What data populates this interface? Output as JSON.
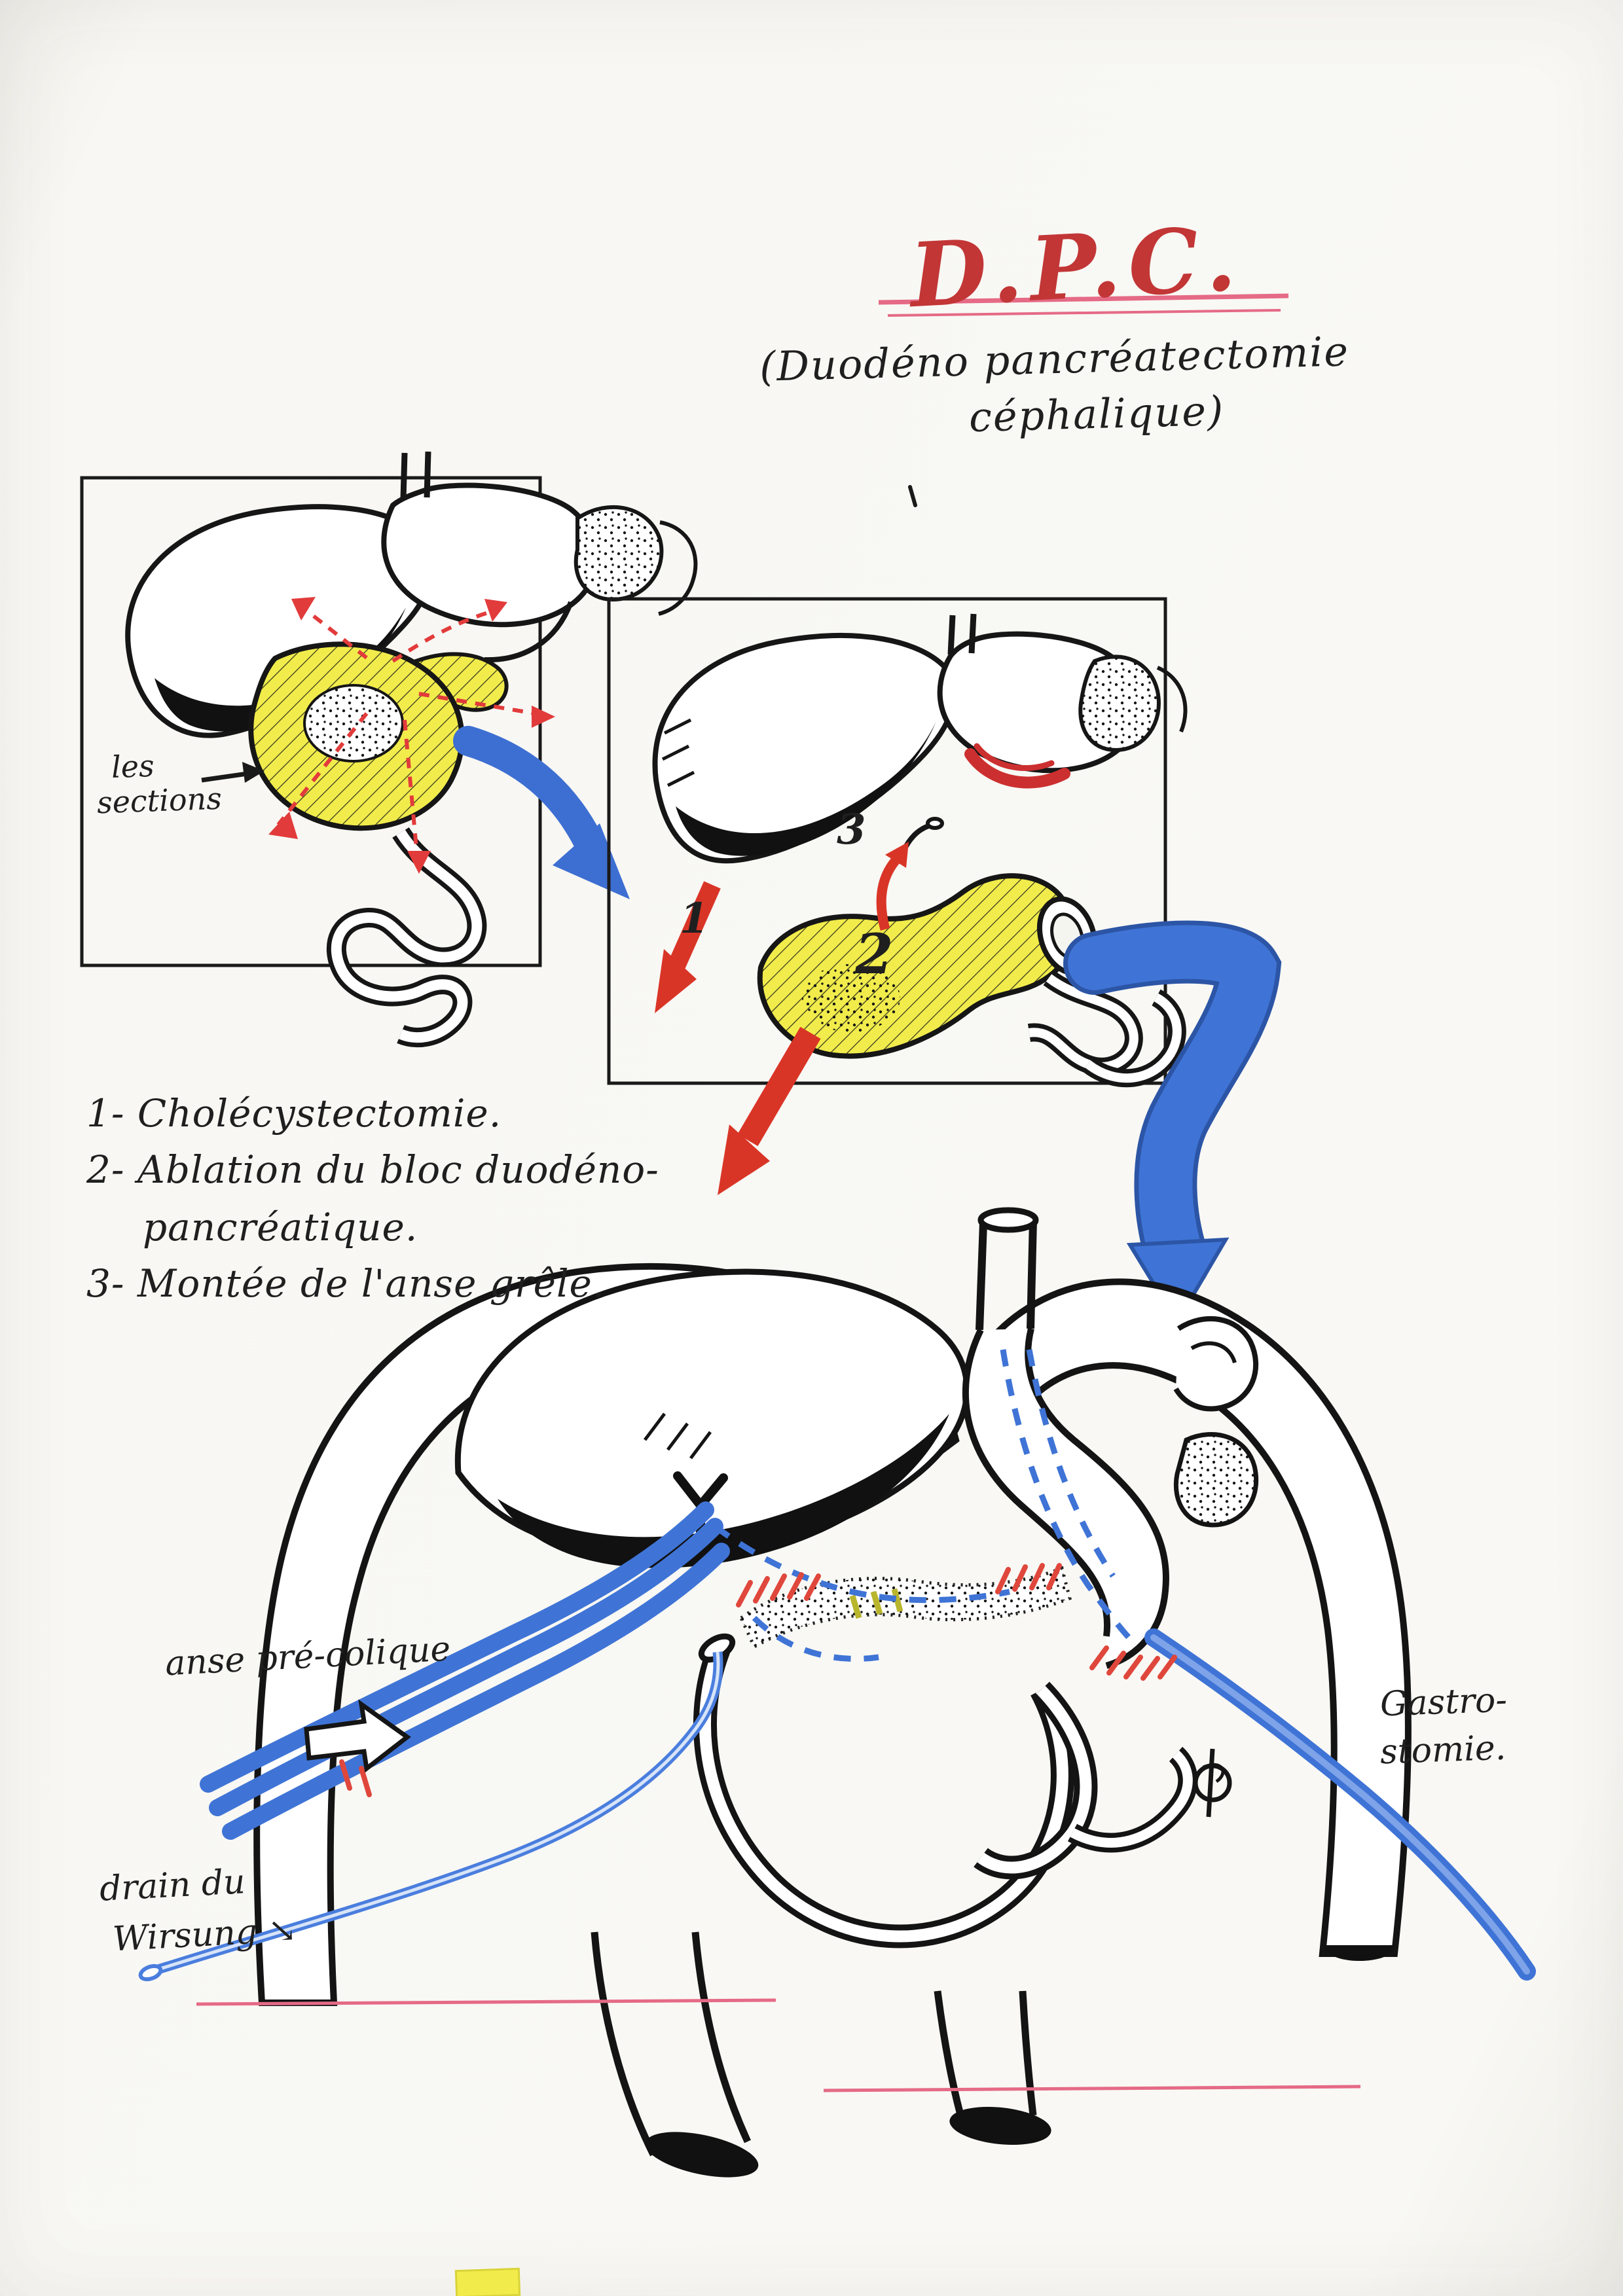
{
  "colors": {
    "ink_black": "#1a1a1a",
    "ink_red": "#d93527",
    "title_red": "#c23636",
    "underline_pink": "#e56a86",
    "marker_blue": "#3f74d6",
    "highlight_yellow": "#f1ec4b"
  },
  "title": {
    "main": "D.P.C.",
    "subtitle_line1": "(Duodéno pancréatectomie",
    "subtitle_line2": "céphalique)"
  },
  "panel1": {
    "label_line1": "les",
    "label_line2": "sections"
  },
  "panel2": {
    "num1": "1",
    "num2": "2",
    "num3": "3"
  },
  "legend": {
    "item1": "1- Cholécystectomie.",
    "item2_line1": "2- Ablation du bloc duodéno-",
    "item2_line2": "pancréatique.",
    "item3": "3- Montée de l'anse grêle."
  },
  "labels": {
    "anse_precolique": "anse pré-colique",
    "drain_line1": "drain du",
    "drain_line2": "Wirsung",
    "drain_arrow": "↘",
    "gastro_line1": "Gastro-",
    "gastro_line2": "stomie."
  }
}
